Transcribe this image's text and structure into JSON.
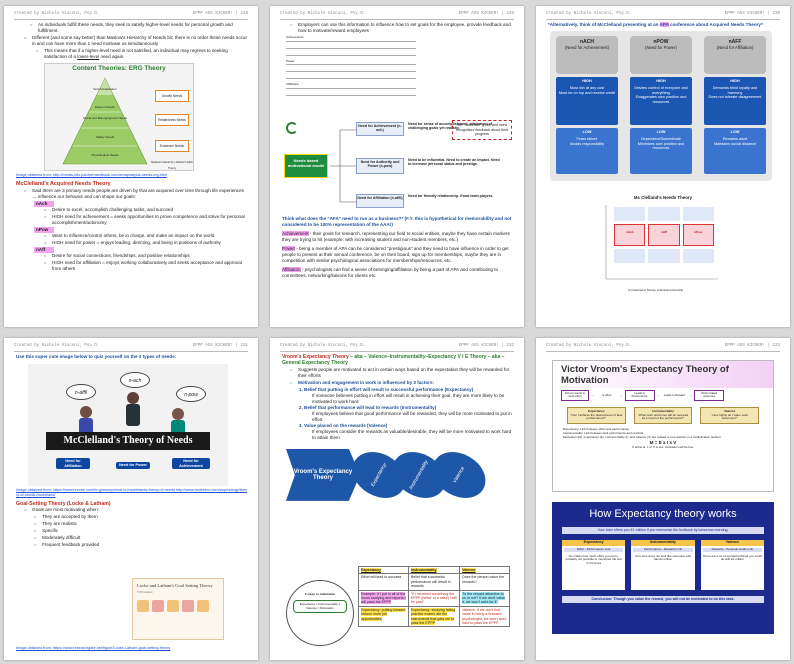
{
  "pages": [
    {
      "header_left": "Created by Nichole Visconi, Psy.D.",
      "header_right": "EPPP ASS KICKER! | 228"
    },
    {
      "header_left": "Created by Nichole Visconi, Psy.D.",
      "header_right": "EPPP ASS KICKER! | 229"
    },
    {
      "header_left": "Created by Nichole Visconi, Psy.D.",
      "header_right": "EPPP ASS KICKER! | 230"
    },
    {
      "header_left": "Created by Nichole Visconi, Psy.D.",
      "header_right": "EPPP ASS KICKER! | 231"
    },
    {
      "header_left": "Created by Nichole Visconi, Psy.D.",
      "header_right": "EPPP ASS KICKER! | 232"
    },
    {
      "header_left": "Created by Nichole Visconi, Psy.D.",
      "header_right": "EPPP ASS KICKER! | 233"
    }
  ],
  "p1": {
    "bullet1": "As individuals fulfill these needs, they seek to satisfy higher-level needs for personal growth and fulfillment.",
    "bullet2": "Different (and some say better) than Maslow's Hierarchy of Needs b/c there is no order these needs occur in and can have more than 1 need motivate us simultaneously",
    "bullet3a": "This means that if a higher-level need is not satisfied, an individual may regress to seeking satisfaction of a ",
    "bullet3b": "lower-level",
    "bullet3c": " need again.",
    "erg_title": "Content Theories: ERG Theory",
    "erg_levels": [
      "Self-Actualization",
      "Esteem Needs",
      "Social and Belongingness Needs",
      "Safety Needs",
      "Physiological Needs"
    ],
    "erg_right": [
      "Growth Needs",
      "Relatedness Needs",
      "Existence Needs"
    ],
    "erg_caption": "Maslow's Hierarchy / Alderfer's ERG Theory",
    "img_source": "Image obtained from: http://media-info.psicherhandbook.com/amaphalysis-needs-erg.html",
    "section_title": "McClelland's Acquired Needs Theory",
    "intro": "Said there are 3 primary needs people are driven by that are acquired over time through life experiences → influence our behavior and can shape our goals:",
    "needs": [
      {
        "tag": "nAch",
        "items": [
          "Desire to excel, accomplish challenging tasks, and succeed",
          "HIGH need for achievement = seeks opportunities to prove competence and strive for personal accomplishment/autonomy"
        ]
      },
      {
        "tag": "nPow",
        "items": [
          "Want to influence/control others, be in charge, and make an impact on the world",
          "HIGH need for power = enjoys leading, directing, and being in positions of authority"
        ]
      },
      {
        "tag": "nAff",
        "items": [
          "Desire for social connections, friendships, and positive relationships",
          "HIGH need for affiliation = enjoys working collaboratively and seeks acceptance and approval from others"
        ]
      }
    ]
  },
  "p2": {
    "bullet1": "Employers can use this information to influence how to set goals for the employee, provide feedback and how to motivate/reward employees",
    "list_lines": [
      "Achievement",
      "Power",
      "Affiliation"
    ],
    "callout": "Set \"moderate\" goals and need recognition/ feedback about their progress",
    "needs_based": "Needs based motivational model",
    "rows": [
      {
        "label": "Need for Achievement (n-ach)",
        "desc": "Need for sense of accomplishment, attainment of challenging goals yet realistic."
      },
      {
        "label": "Need for Authority and Power (n-pow)",
        "desc": "Need to be influential. Need to create an impact. Need to increase personal status and prestige."
      },
      {
        "label": "Need for Affiliation (n-affil)",
        "desc": "Need for friendly relationship. Good team players."
      }
    ],
    "question": "Think what does the \"AFA\" need to run as a business?* (F.Y. this is hypothetical for memorability and not considered to be 100% representation of the AAA!)",
    "para1_tag": "Achievement",
    "para1": " - their goals for research, representing our field to social entities, maybe they have certain markers they are trying to hit (example: with increasing student and non-student members, etc.)",
    "para2_tag": "Power",
    "para2": " - being a member of APA can be considered \"prestigious\" and they need to have influence in order to get people to present at their annual conference, be on their board, sign up for memberships, maybe they are in competition with similar psychological associations for memberships/resources, etc.",
    "para3_tag": "Affiliation",
    "para3": " - psychologists can find a sense of belonging/affiliation by being a part of APA and contributing to committees, networking/liaisons for clients etc."
  },
  "p3": {
    "intro_a": "*Alternatively, think of McClelland presenting at an ",
    "intro_tag": "APA",
    "intro_b": " conference about Acquired Needs Theory*",
    "cols": [
      {
        "head": "nACH",
        "sub": "(Need for Achievement)",
        "high": "HIGH",
        "high_items": [
          "Must win at any cost",
          "Must be on top and receive credit"
        ],
        "low": "LOW",
        "low_items": [
          "Fears failure",
          "Avoids responsibility"
        ]
      },
      {
        "head": "nPOW",
        "sub": "(Need for Power)",
        "high": "HIGH",
        "high_items": [
          "Desires control of everyone and everything",
          "Exaggerates own position and resources"
        ],
        "low": "LOW",
        "low_items": [
          "Dependent/Subordinate",
          "Minimizes own position and resources"
        ]
      },
      {
        "head": "nAFF",
        "sub": "(Need for Affiliation)",
        "high": "HIGH",
        "high_items": [
          "Demands blind loyalty and harmony",
          "Does not tolerate disagreement"
        ],
        "low": "LOW",
        "low_items": [
          "Remains aloof",
          "Maintains social distance"
        ]
      }
    ],
    "diagram_title": "Mc Clelland's Needs Theory",
    "cells": [
      "nAch",
      "nAff",
      "nPow"
    ],
    "diagram_caption": "Considered a Theory of Entrepreneurship"
  },
  "p4": {
    "intro": "Use this super cute image below to quiz yourself on the 3 types of needs:",
    "bubbles": [
      "n-ach",
      "n-affil",
      "n-pow"
    ],
    "banner": "McClelland's Theory of Needs",
    "labels": [
      "Need for Affiliation",
      "Need for Power",
      "Need for Achievement"
    ],
    "source": "Image obtained from: https://www.hrzone.com/hr-glossary/what-is-mcclellands-theory-of-needs http://www.toolshero.com/psychology/theory-of-needs-mcclelland/",
    "section_title": "Goal-Setting Theory (Locke & Latham)",
    "goals_intro": "Goals are most motivating when:",
    "goals": [
      "They are accepted by them",
      "They are realistic",
      "Specific",
      "Moderately difficult",
      "Frequent feedback provided"
    ],
    "card_title": "Locke and Latham's Goal Setting Theory",
    "card_sub": "5 Principles",
    "source2": "Image obtained from: https://www.researchgate.net/figure/Locke-Latham-goal-setting-theory"
  },
  "p5": {
    "title1": "Vroom's Expectancy Theory",
    "title2": " – aka – Valence–Instrumentality–Expectancy V I E Theory – aka – General Expectancy Theory",
    "bullet1": "Suggests people are motivated to act in certain ways based on the expectation they will be rewarded for their efforts",
    "bullet2": "Motivation and engagement in work is influenced by 3 factors:",
    "factors": [
      {
        "t": "Belief that putting in effort will result in successful performance (Expectancy)",
        "d": "If someone believes putting in effort will result in achieving their goal, they are more likely to be motivated to work hard"
      },
      {
        "t": "Belief that performance will lead to rewards (Instrumentality)",
        "d": "If employees believe that good performance will be rewarded, they will be more motivated to put in effort"
      },
      {
        "t": "Value placed on the rewards (Valence)",
        "d": "If employees consider the rewards as valuable/desirable, they will be more motivated to work hard to attain them"
      }
    ],
    "chevron": "Vroom's Expectancy Theory",
    "ovals": [
      "Expectancy",
      "Instrumentality",
      "Valence"
    ],
    "table_heads": [
      "Expectancy",
      "Instrumentality",
      "Valence"
    ],
    "table_cells": [
      "Effort will lead to success",
      "Belief that successful performance will result in rewards",
      "Does the person value the rewards?"
    ],
    "table_notes": [
      "Example: If I put in all of the hours studying and reports I will pass the EPPP",
      "\"If I received something the EPPP (better or a raise) I will be paid\"",
      "\"Is the reward attractive to us or not? If we don't value it, we won't work for it\""
    ],
    "table_notes2": [
      "Expectancy: putting forward reason more job opportunities",
      "Expectancy: studying failing practice exams are the instruments that gets me to pass the EPPP",
      "Valence: If we don't find value in being a licensed psychologist, we won't work hard to pass the EPPP"
    ],
    "quiz_title": "5 steps to calculation",
    "quiz_item": "Expectancy x Instrumentality x Valence = Motivation"
  },
  "p6": {
    "img1_title": "Victor Vroom's Expectancy Theory of Motivation",
    "flow": [
      "Person wants to work effort",
      "Is effort",
      "Leads to Performance",
      "Leads to Reward",
      "Work-related outcomes"
    ],
    "boxes": [
      {
        "h": "Expectancy",
        "q": "\"Can I achieve the desired level of task performance?\""
      },
      {
        "h": "Instrumentality",
        "q": "\"What work outcomes will be received as a result of the performance?\""
      },
      {
        "h": "Valence",
        "q": "\"How highly do I value work outcomes?\""
      }
    ],
    "defs": [
      "Expectancy: Link between effort and performance",
      "Instrumentality: Link between task performance and rewards",
      "Motivation (M), expectancy (E), instrumentality (I), and valence (V) are related to one another in a multiplicative fashion:"
    ],
    "formula": "M = E x I x V",
    "formula_note": "If either E, I, or V is low, motivation will be low.",
    "img2_title": "How Expectancy theory works",
    "img2_intro": "Your tutor offers you £1 million if you memorise the textbook by tomorrow morning.",
    "img2_cols": [
      {
        "h": "Expectancy",
        "sub": "Effort - Performance Link",
        "body": "No matter how much effort you put in, probably not possible to memorise the text in 24 hours"
      },
      {
        "h": "Instrumentality",
        "sub": "Performance - Rewards Link",
        "body": "Your tutor does not look like someone who has £1 million"
      },
      {
        "h": "Valence",
        "sub": "Rewards - Personal Goals Link",
        "body": "There are a lot of wonderful things you could do with £1 million"
      }
    ],
    "img2_footer": "Conclusion: Though you value the reward, you will not be motivated to do this task."
  }
}
